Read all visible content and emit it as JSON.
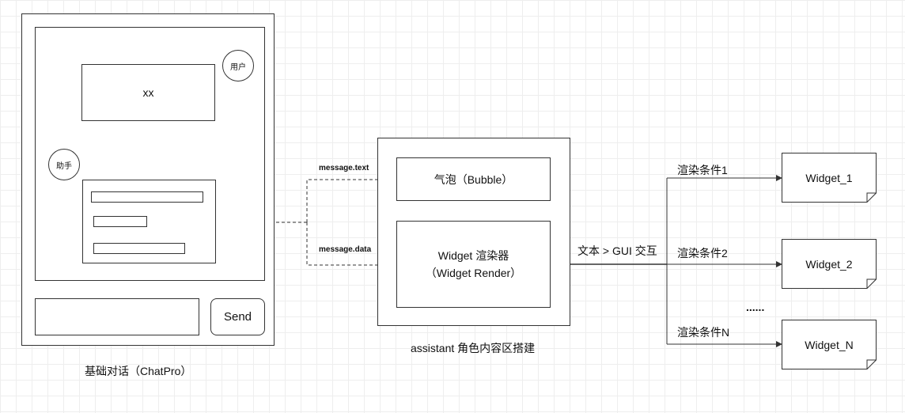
{
  "chat": {
    "user_role": "用户",
    "user_message": "xx",
    "assistant_role": "助手",
    "send_button": "Send",
    "caption": "基础对话（ChatPro）"
  },
  "arrows": {
    "text_label": "message.text",
    "data_label": "message.data"
  },
  "assistant": {
    "bubble": "气泡（Bubble）",
    "widget_render": "Widget 渲染器\n（Widget Render）",
    "caption": "assistant 角色内容区搭建"
  },
  "branches": {
    "interaction_label": "文本 > GUI 交互",
    "ellipsis": "......",
    "items": [
      {
        "condition": "渲染条件1",
        "widget": "Widget_1"
      },
      {
        "condition": "渲染条件2",
        "widget": "Widget_2"
      },
      {
        "condition": "渲染条件N",
        "widget": "Widget_N"
      }
    ]
  }
}
